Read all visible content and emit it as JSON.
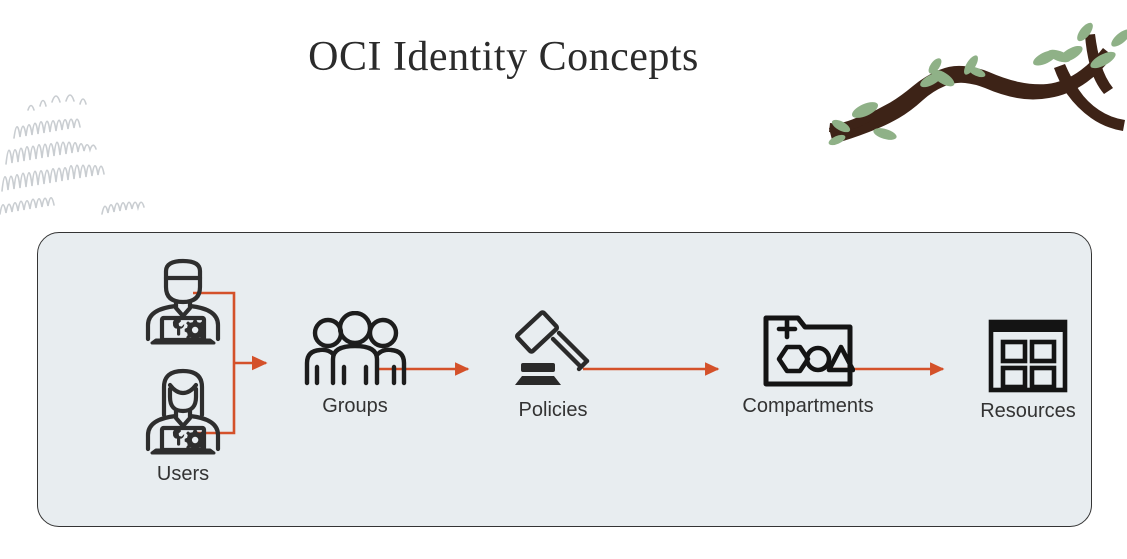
{
  "slide": {
    "title": "OCI Identity Concepts",
    "background_color": "#ffffff"
  },
  "decorations": {
    "branch": {
      "name": "tree-branch-illustration",
      "branch_color": "#3d2317",
      "leaf_color": "#7fa878"
    },
    "squiggles": {
      "name": "squiggle-pattern",
      "color": "#c8ccd0"
    }
  },
  "diagram": {
    "panel": {
      "fill_color": "#e8edf0",
      "border_color": "#343434"
    },
    "accent_color": "#d4512a",
    "icon_color": "#2e2e2e",
    "nodes": [
      {
        "id": "users",
        "label": "Users",
        "icon": "user-with-laptop-icon",
        "count": 2,
        "sub_icons": [
          "wrench-icon",
          "gear-icon"
        ]
      },
      {
        "id": "groups",
        "label": "Groups",
        "icon": "three-people-icon"
      },
      {
        "id": "policies",
        "label": "Policies",
        "icon": "gavel-icon"
      },
      {
        "id": "compartments",
        "label": "Compartments",
        "icon": "folder-with-shapes-icon",
        "shapes": [
          "plus",
          "hexagon",
          "circle",
          "triangle"
        ]
      },
      {
        "id": "resources",
        "label": "Resources",
        "icon": "window-grid-icon"
      }
    ],
    "connectors": [
      {
        "id": "users-to-groups",
        "type": "bracket-arrow",
        "color": "#d4512a"
      },
      {
        "id": "groups-to-policies",
        "type": "arrow",
        "color": "#d4512a"
      },
      {
        "id": "policies-to-compartments",
        "type": "arrow",
        "color": "#d4512a"
      },
      {
        "id": "compartments-to-resources",
        "type": "arrow",
        "color": "#d4512a"
      }
    ]
  }
}
